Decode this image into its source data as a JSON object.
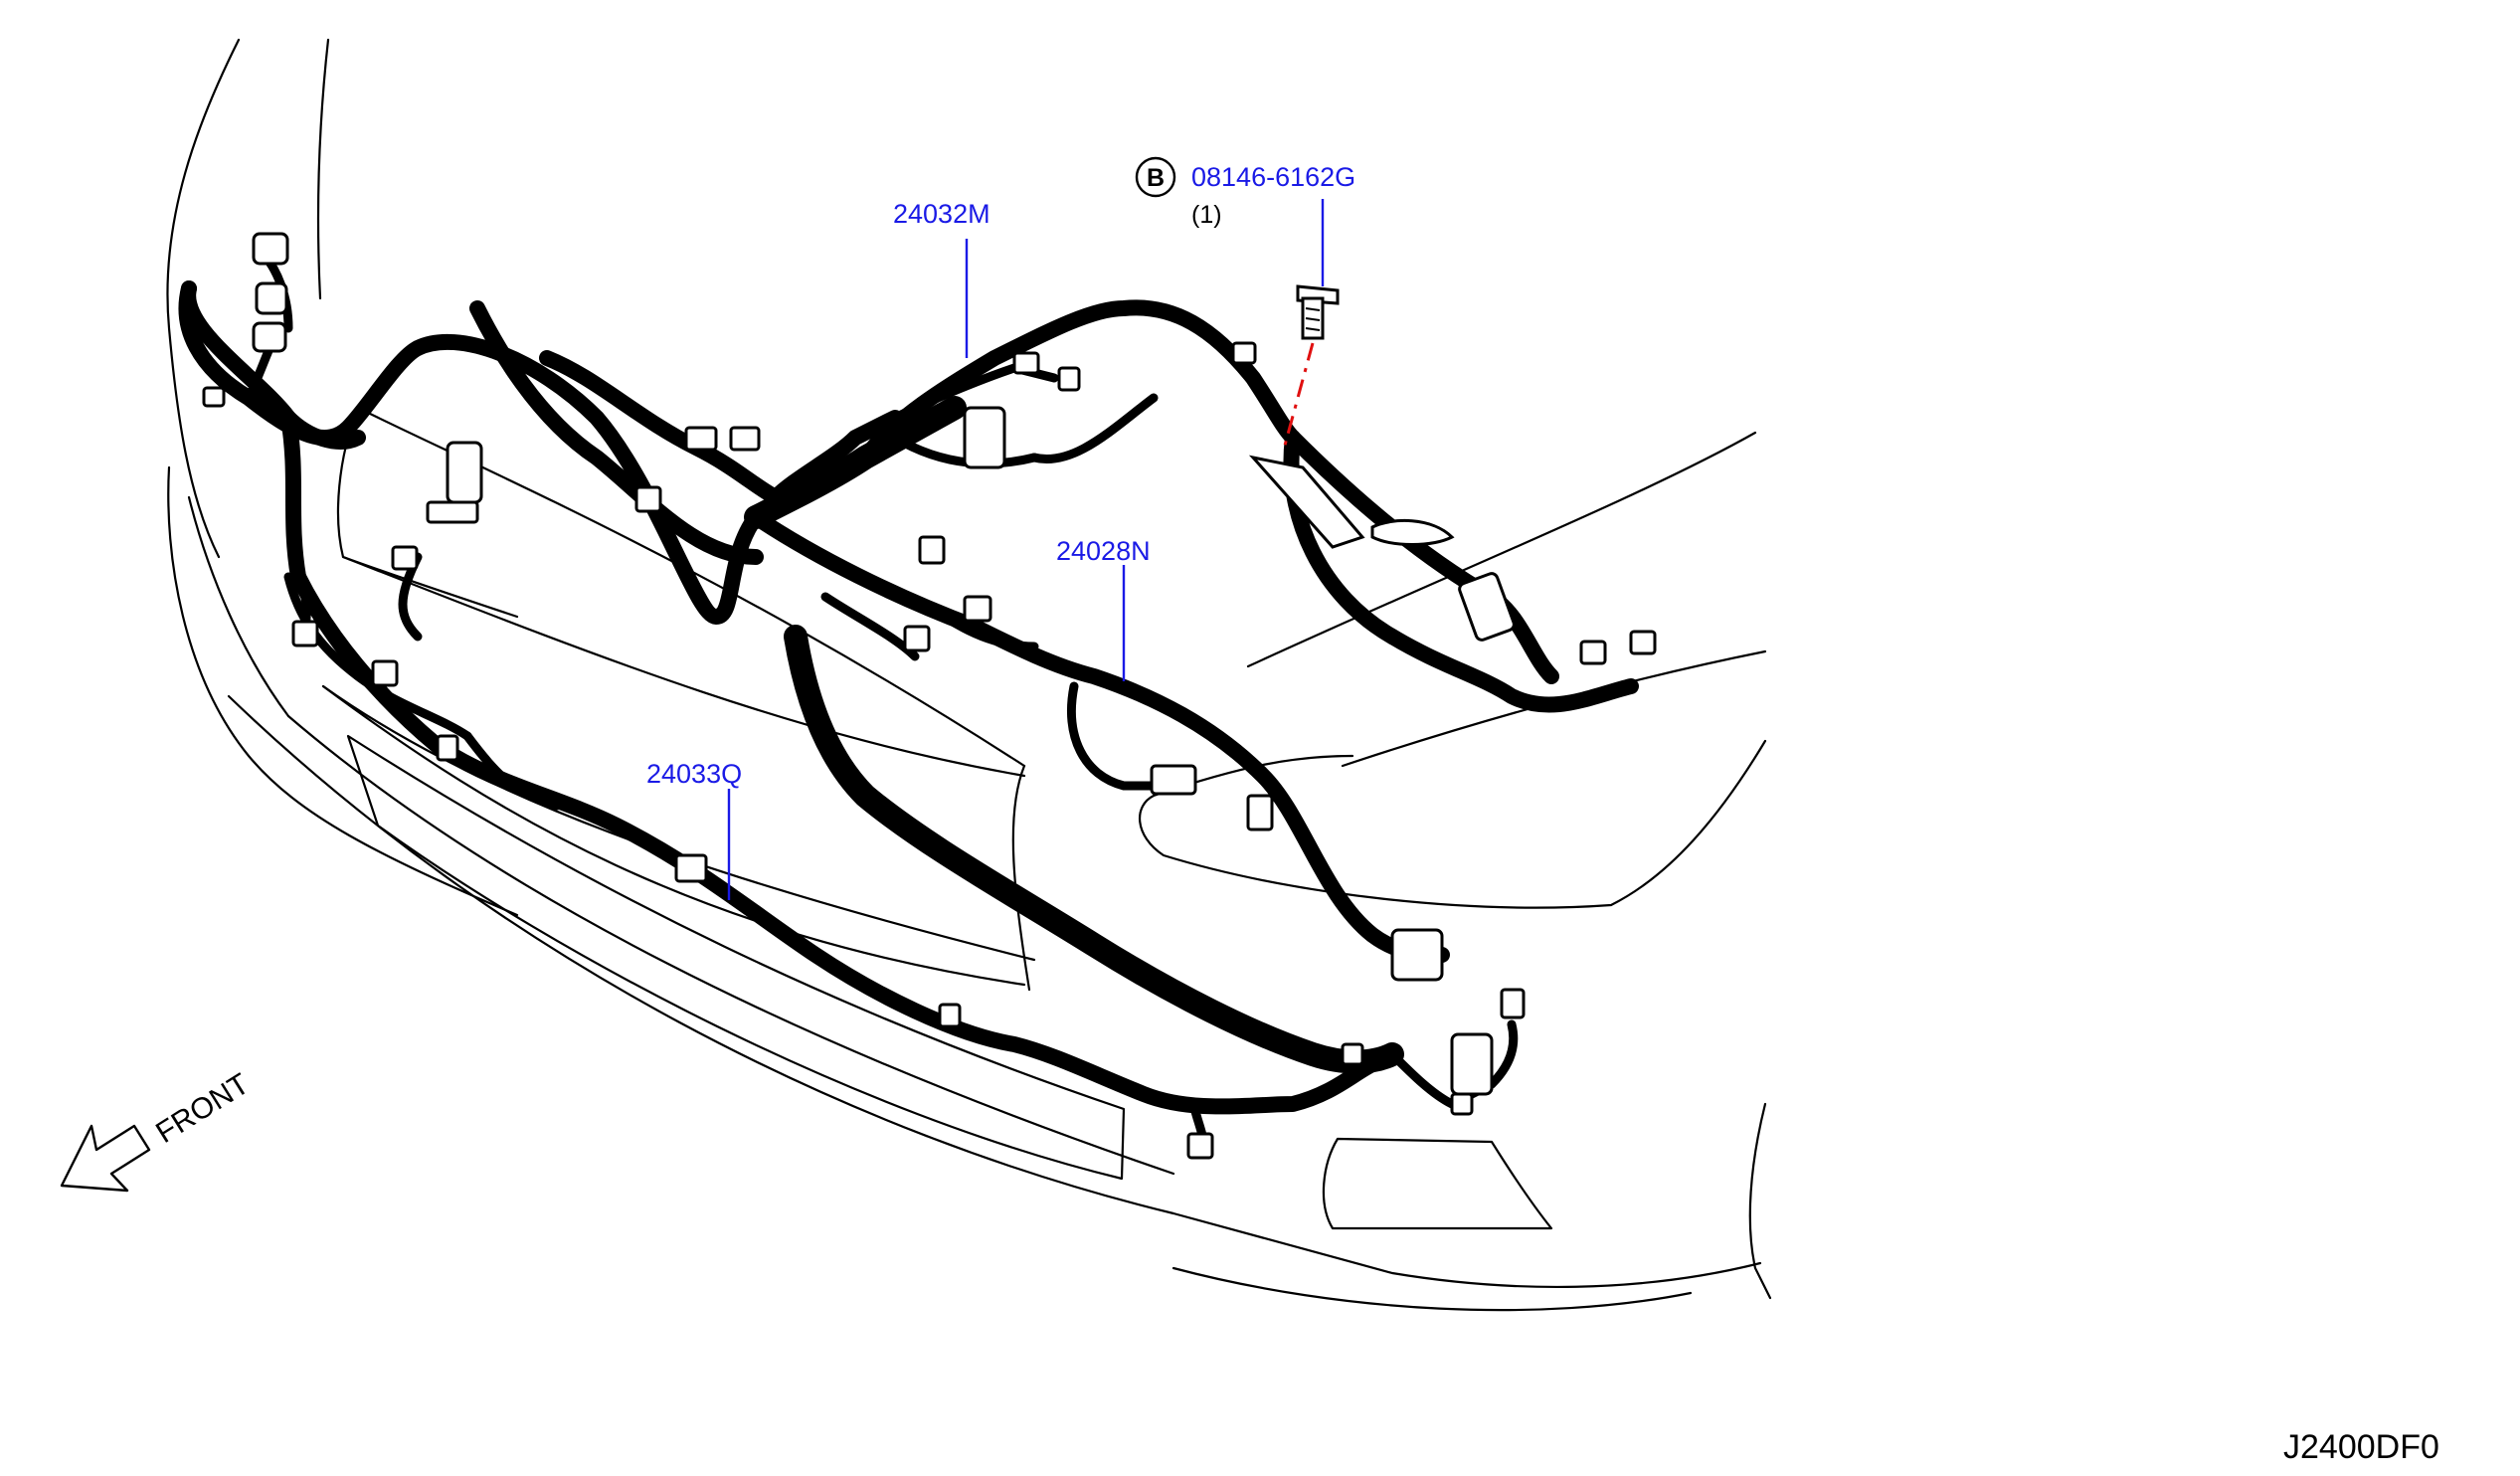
{
  "callouts": {
    "part_24032M": "24032M",
    "part_24028N": "24028N",
    "part_24033Q": "24033Q",
    "bolt_part": "08146-6162G",
    "bolt_quantity": "(1)",
    "bolt_badge": "B"
  },
  "orientation": {
    "front_label": "FRONT",
    "arrow_icon": "front-arrow-icon"
  },
  "diagram_code": "J2400DF0",
  "colors": {
    "callout_blue": "#1a1ae6",
    "bolt_leader_red": "#e01010",
    "line_black": "#000000",
    "background": "#ffffff"
  }
}
